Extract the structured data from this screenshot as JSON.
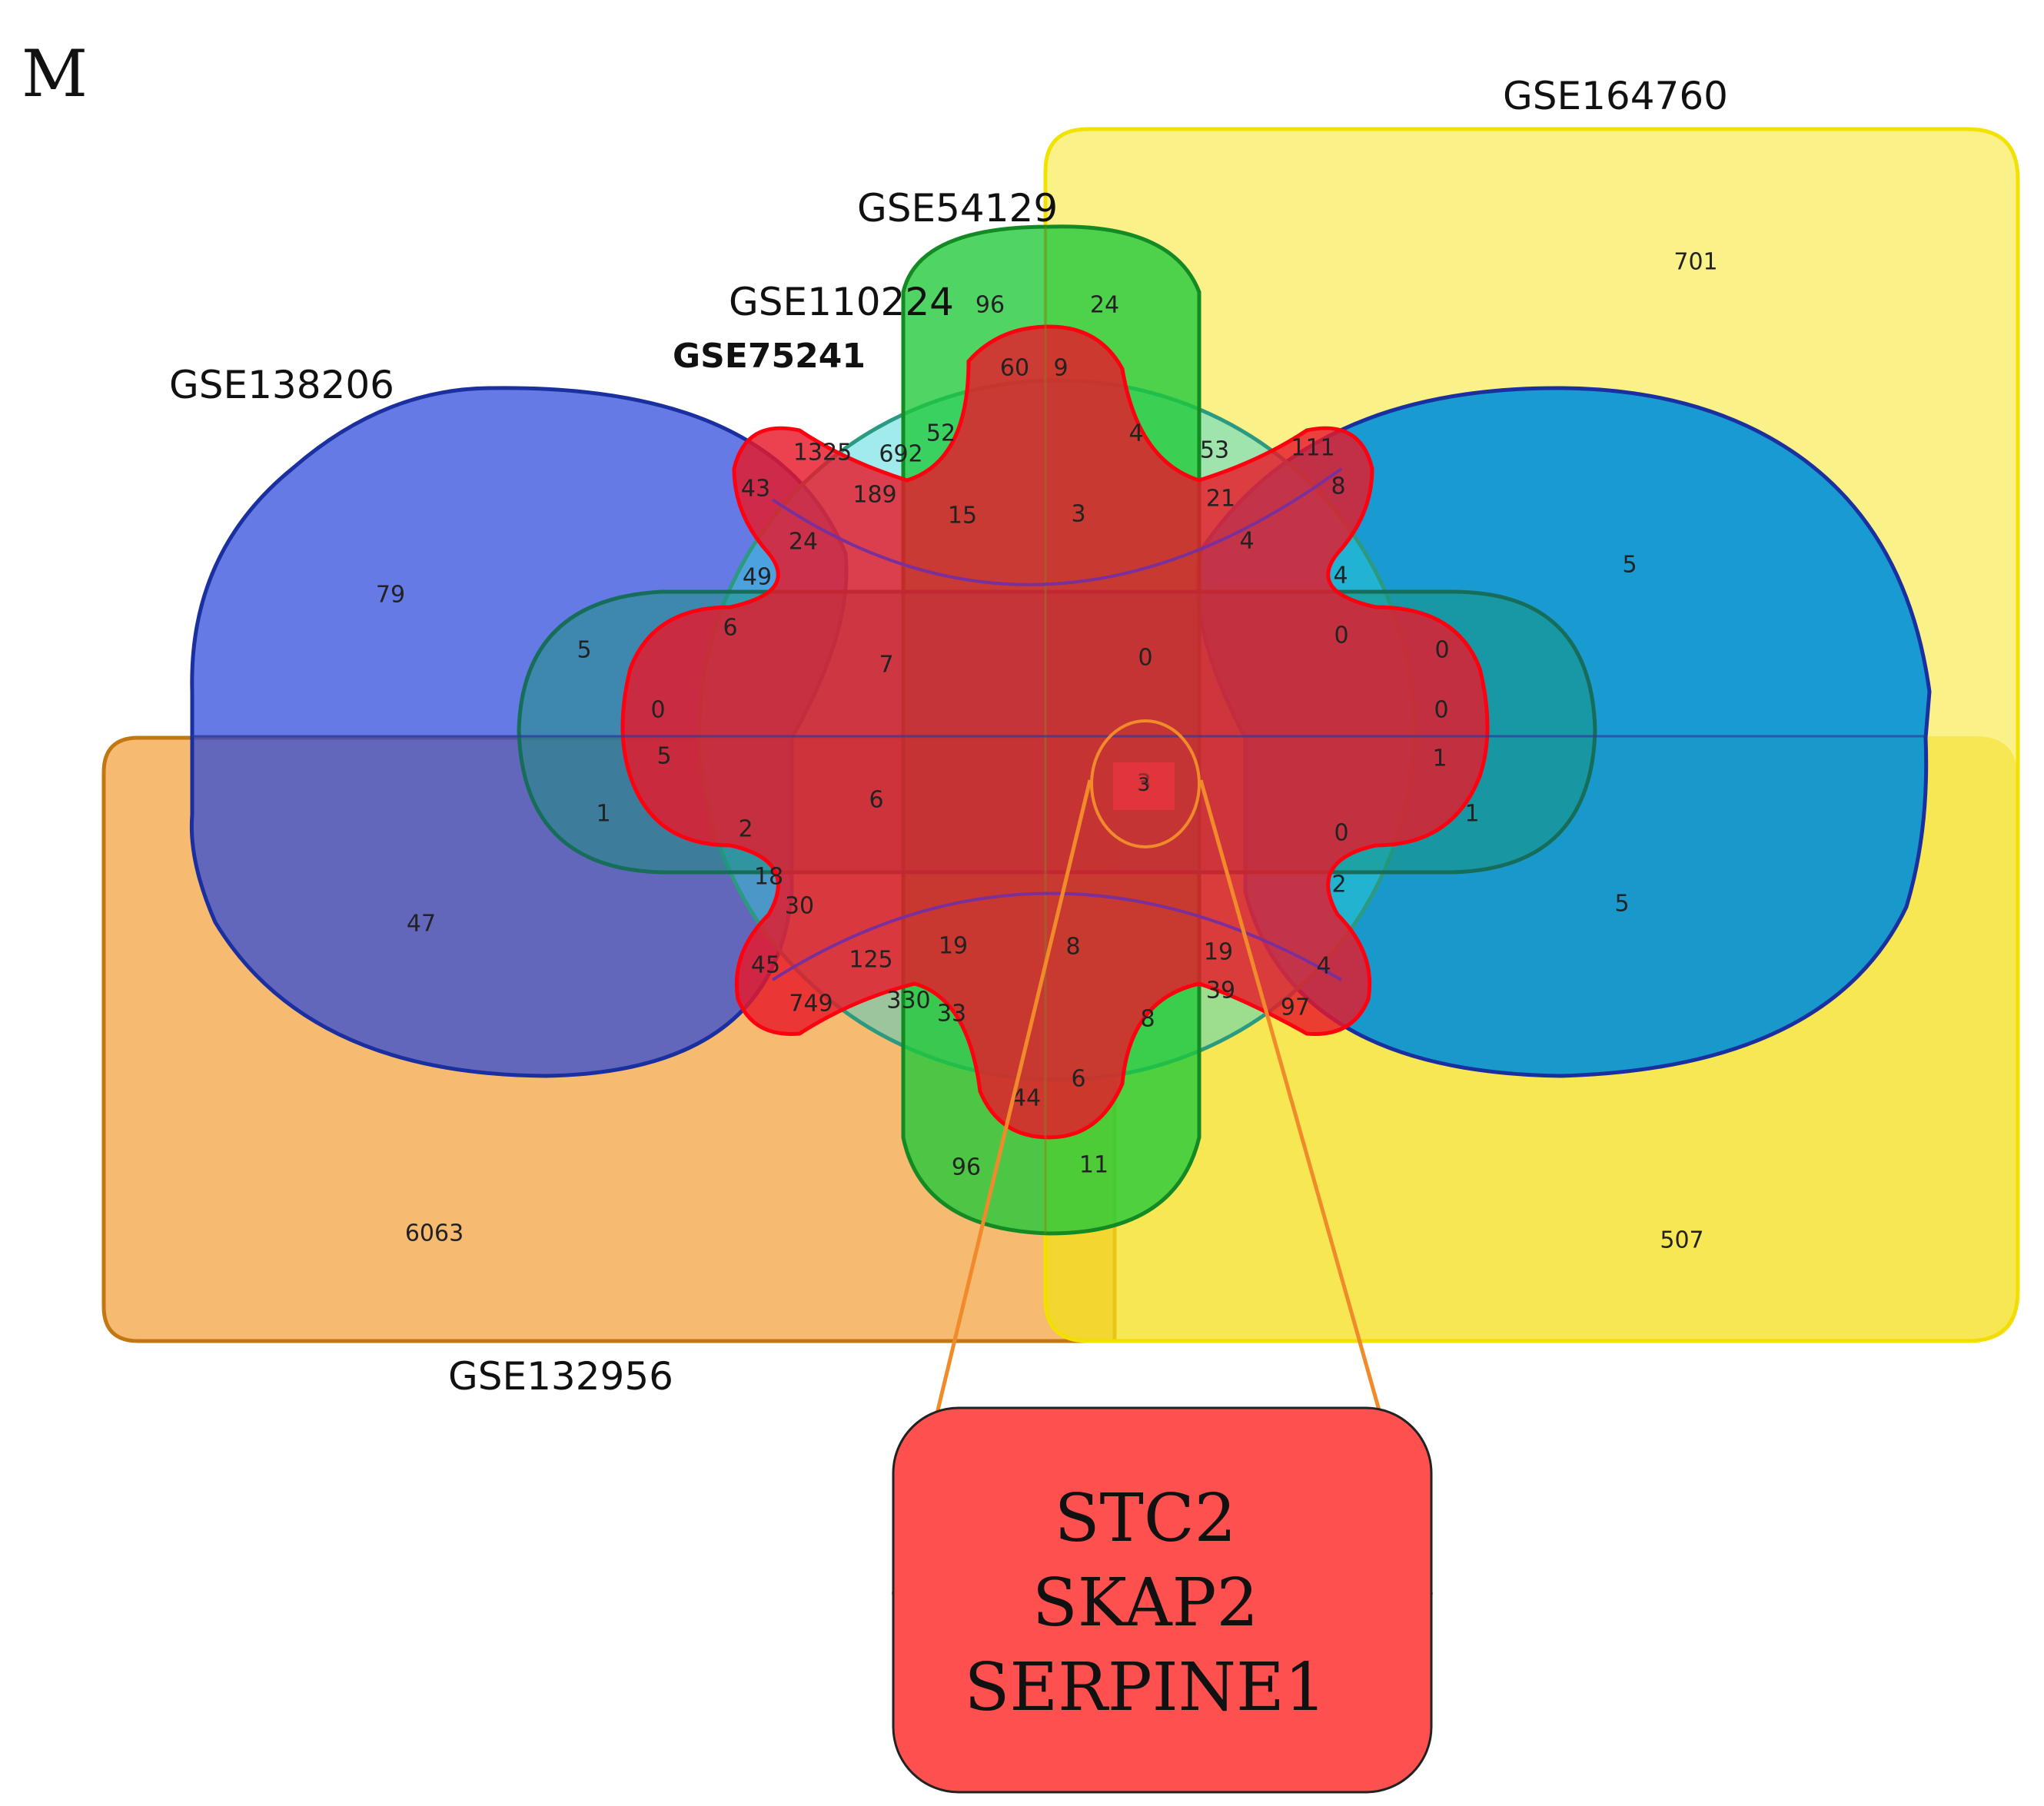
{
  "panel_letter": "M",
  "sets": {
    "GSE164760": "GSE164760",
    "GSE54129": "GSE54129",
    "GSE110224": "GSE110224",
    "GSE75241": "GSE75241",
    "GSE138206": "GSE138206",
    "GSE132956": "GSE132956"
  },
  "colors": {
    "GSE164760": "#f7ea3a",
    "GSE132956": "#f5b15c",
    "GSE138206": "#2a47d9",
    "GSE54129": "#1fc93a",
    "GSE110224": "#2fd2d6",
    "GSE75241": "#e8182a",
    "callout": "#ff5050",
    "connector": "#f08a2a"
  },
  "region_counts": [
    "701",
    "96",
    "24",
    "60",
    "9",
    "52",
    "1325",
    "692",
    "53",
    "111",
    "4",
    "43",
    "189",
    "15",
    "3",
    "21",
    "8",
    "24",
    "4",
    "4",
    "79",
    "5",
    "49",
    "6",
    "7",
    "0",
    "0",
    "0",
    "5",
    "0",
    "0",
    "5",
    "1",
    "1",
    "6",
    "3",
    "2",
    "1",
    "0",
    "2",
    "18",
    "30",
    "47",
    "5",
    "45",
    "125",
    "19",
    "8",
    "19",
    "4",
    "749",
    "330",
    "33",
    "8",
    "39",
    "97",
    "44",
    "6",
    "96",
    "11",
    "6063",
    "507"
  ],
  "intersection": {
    "count": "3",
    "genes": [
      "STC2",
      "SKAP2",
      "SERPINE1"
    ]
  }
}
